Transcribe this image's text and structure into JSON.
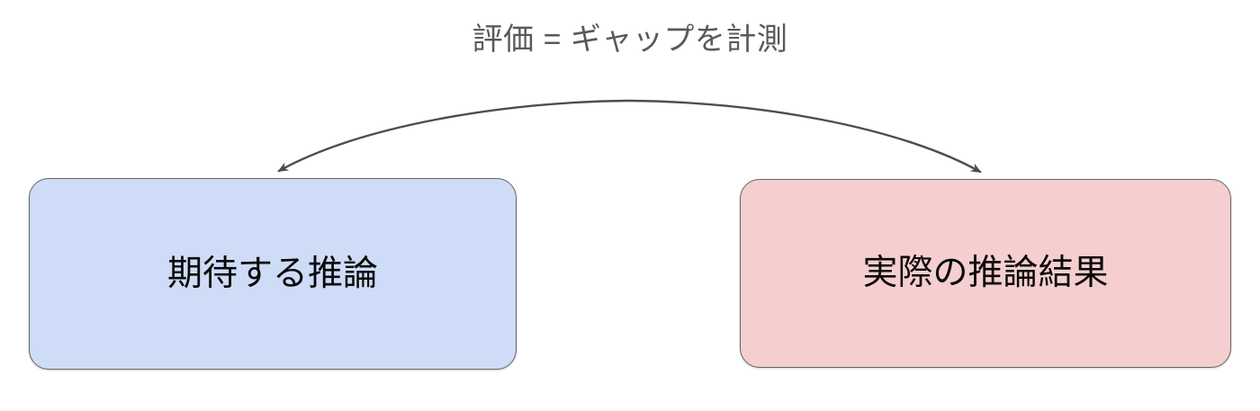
{
  "diagram": {
    "title": "評価 = ギャップを計測",
    "background_color": "#ffffff",
    "edge_label_color": "#595959",
    "connector": {
      "name": "gap-measurement-arc",
      "style": "curved-arc",
      "stroke_color": "#4d4d4d",
      "arrowheads": "both-ends",
      "left_target": "期待する推論",
      "right_target": "実際の推論結果"
    },
    "nodes": [
      {
        "id": "expected",
        "label": "期待する推論",
        "fill_color": "#cedcf7",
        "border_color": "#666666",
        "text_color": "#0a0a0a"
      },
      {
        "id": "actual",
        "label": "実際の推論結果",
        "fill_color": "#f5cfd0",
        "border_color": "#666666",
        "text_color": "#0a0a0a"
      }
    ]
  }
}
